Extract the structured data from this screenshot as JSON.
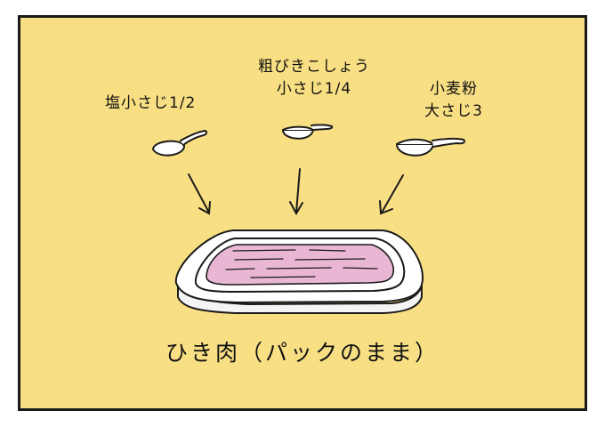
{
  "labels": {
    "salt": "塩小さじ1/2",
    "pepper_line1": "粗びきこしょう",
    "pepper_line2": "小さじ1/4",
    "flour_line1": "小麦粉",
    "flour_line2": "大さじ3"
  },
  "caption": "ひき肉（パックのまま）",
  "icons": [
    "measuring-spoon-icon",
    "down-arrow-icon",
    "meat-tray-icon"
  ],
  "colors": {
    "panel_background": "#f9df84",
    "outline": "#1a1a1a",
    "tray": "#ffffff",
    "meat": "#e9b6d3"
  }
}
